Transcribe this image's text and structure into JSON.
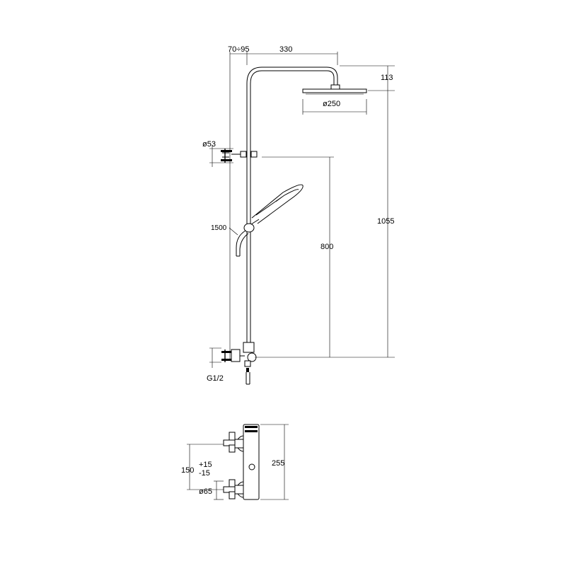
{
  "dimensions": {
    "offset": "70÷95",
    "arm_length": "330",
    "head_height": "113",
    "head_diameter": "ø250",
    "bracket_diameter": "ø53",
    "hose_length": "1500",
    "slide_height": "800",
    "total_height": "1055",
    "thread": "G1/2",
    "valve_height": "255",
    "inlet_spacing": "150",
    "tolerance_plus": "+15",
    "tolerance_minus": "-15",
    "rosette_diameter": "ø65"
  }
}
